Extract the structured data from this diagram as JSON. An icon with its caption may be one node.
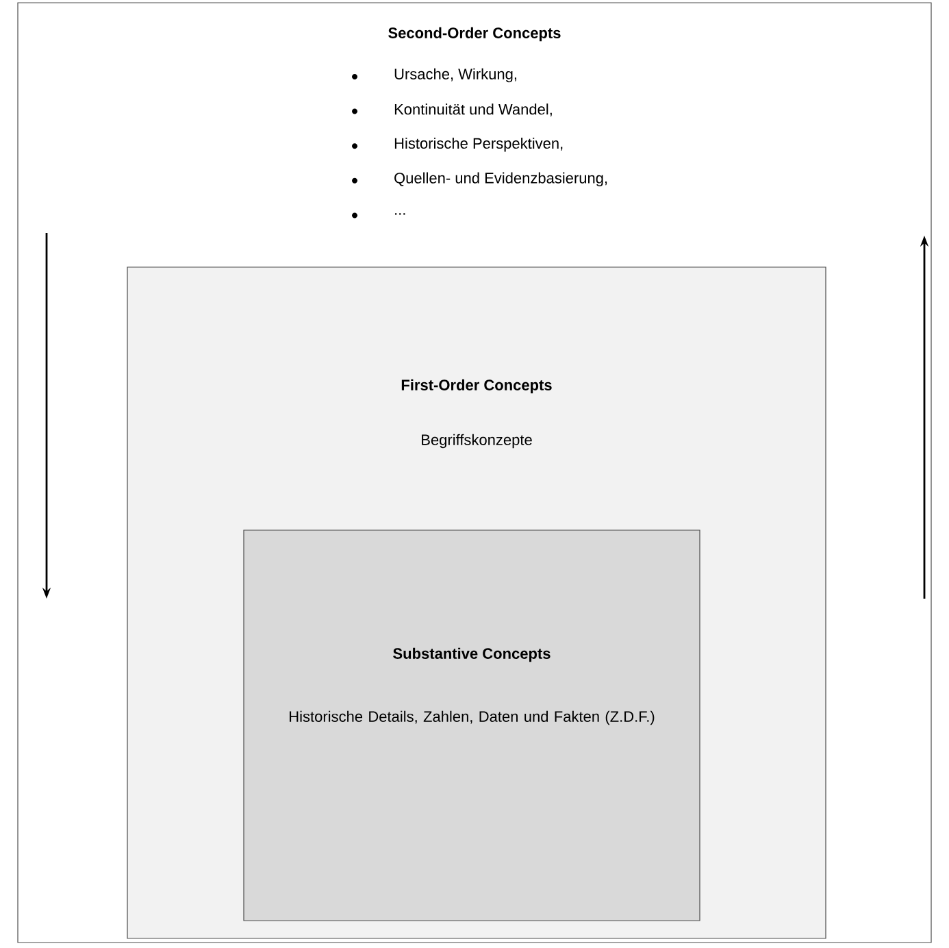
{
  "diagram": {
    "nodes": [
      {
        "text": [
          "Second-Order Concepts",
          "Ursache, Wirkung,",
          "Kontinuität und Wandel,",
          "Historische Perspektiven,",
          "Quellen- und Evidenzbasierung,",
          "..."
        ]
      },
      {
        "text": [
          "First-Order Concepts",
          "Begriffskonzepte"
        ],
        "in": 0
      },
      {
        "text": [
          "Substantive Concepts",
          "Historische Details, Zahlen, Daten und Fakten (Z.D.F.)"
        ],
        "in": 1
      }
    ]
  }
}
